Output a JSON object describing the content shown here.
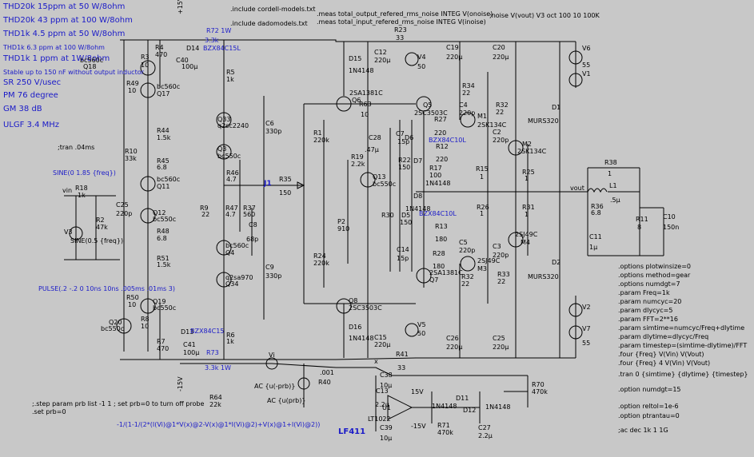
{
  "specs": [
    "THD20k 15ppm at 50 W/8ohm",
    "THD20k 43 ppm at 100 W/8ohm",
    "THD1k 4.5 ppm at 50 W/8ohm",
    "THD1k 6.3 ppm at 100 W/8ohm",
    "THD1k 1 ppm at 1W/8ohm",
    "Stable up to 150 nF without output inductor",
    "SR 250 V/usec",
    "PM  76 degree",
    "GM  38 dB",
    "ULGF 3.4 MHz"
  ],
  "directives_top": [
    ".include cordell-models.txt",
    ".include dadomodels.txt",
    ".meas total_output_refered_rms_noise INTEG V(onoise)",
    ".meas total_input_refered_rms_noise INTEG V(inoise)",
    ";noise V(vout) V3 oct 100 10 100K"
  ],
  "misc": {
    "tran": ";tran .04ms",
    "sine1": "SINE(0 1.85 {freq})",
    "sine2": "SINE(0.5 {freq})",
    "pulse": "PULSE(.2 -.2 0 10ns 10ns .005ms .01ms 3)",
    "step": ";.step param prb list -1 1 ; set prb=0 to turn off probe",
    "set": ".set prb=0",
    "formula": "-1/(1-1/(2*(I(Vi)@1*V(x)@2-V(x)@1*I(Vi)@2)+V(x)@1+I(Vi)@2))",
    "ac1": "AC {u(-prb)}",
    "ac2": "AC {u(prb)}",
    "lf411": "LF411",
    "plus15v_top": "+15V",
    "minus15v_bot": "-15V",
    "plus15v_op": "15V",
    "minus15v_op": "-15V",
    "vin": "vin",
    "vout": "vout",
    "j1": "J1",
    "vi": "Vi",
    "x": "x"
  },
  "options": [
    ".options plotwinsize=0",
    ".options method=gear",
    ".options numdgt=7",
    ".param Freq=1k",
    ".param numcyc=20",
    ".param dlycyc=5",
    ".param FFT=2**16",
    ".param simtime=numcyc/Freq+dlytime",
    ".param dlytime=dlycyc/Freq",
    ".param timestep=(simtime-dlytime)/FFT",
    ".four {Freq} V(Vin) V(Vout)",
    ".four {Freq} 4 V(Vin) V(Vout)",
    ".tran 0 {simtime} {dlytime} {timestep}",
    ".option numdgt=15",
    ".option reltol=1e-6",
    ".option ptrantau=0",
    ";ac dec 1k 1 1G"
  ],
  "labels": [
    {
      "id": "R72",
      "text": "R72 1W"
    },
    {
      "id": "R72v",
      "text": "3.3k"
    },
    {
      "id": "D14",
      "text": "D14"
    },
    {
      "id": "bzx1",
      "text": "BZX84C15L"
    },
    {
      "id": "C40",
      "text": "C40"
    },
    {
      "id": "C40v",
      "text": "100µ"
    },
    {
      "id": "R4",
      "text": "R4"
    },
    {
      "id": "R4v",
      "text": "470"
    },
    {
      "id": "R3",
      "text": "R3"
    },
    {
      "id": "R3v",
      "text": "10"
    },
    {
      "id": "Q18a",
      "text": "bc560c"
    },
    {
      "id": "Q18",
      "text": "Q18"
    },
    {
      "id": "R49",
      "text": "R49"
    },
    {
      "id": "R49v",
      "text": "10"
    },
    {
      "id": "Q17a",
      "text": "bc560c"
    },
    {
      "id": "Q17",
      "text": "Q17"
    },
    {
      "id": "R5",
      "text": "R5"
    },
    {
      "id": "R5v",
      "text": "1k"
    },
    {
      "id": "Q33",
      "text": "Q33"
    },
    {
      "id": "Q33v",
      "text": "q2sc2240"
    },
    {
      "id": "Q3",
      "text": "Q3"
    },
    {
      "id": "Q3v",
      "text": "bc550c"
    },
    {
      "id": "R44",
      "text": "R44"
    },
    {
      "id": "R44v",
      "text": "1.5k"
    },
    {
      "id": "R10",
      "text": "R10"
    },
    {
      "id": "R10v",
      "text": "33k"
    },
    {
      "id": "R45",
      "text": "R45"
    },
    {
      "id": "R45v",
      "text": "6.8"
    },
    {
      "id": "Q11a",
      "text": "bc560c"
    },
    {
      "id": "Q11",
      "text": "Q11"
    },
    {
      "id": "R46",
      "text": "R46"
    },
    {
      "id": "R46v",
      "text": "4.7"
    },
    {
      "id": "R18",
      "text": "R18"
    },
    {
      "id": "R18v",
      "text": "1k"
    },
    {
      "id": "C25",
      "text": "C25"
    },
    {
      "id": "C25v",
      "text": "220p"
    },
    {
      "id": "R2",
      "text": "R2"
    },
    {
      "id": "R2v",
      "text": "47k"
    },
    {
      "id": "V3",
      "text": "V3"
    },
    {
      "id": "Q12",
      "text": "Q12"
    },
    {
      "id": "Q12v",
      "text": "bc550c"
    },
    {
      "id": "R9",
      "text": "R9"
    },
    {
      "id": "R9v",
      "text": "22"
    },
    {
      "id": "R47",
      "text": "R47"
    },
    {
      "id": "R47v",
      "text": "4.7"
    },
    {
      "id": "R37",
      "text": "R37"
    },
    {
      "id": "R37v",
      "text": "560"
    },
    {
      "id": "R48",
      "text": "R48"
    },
    {
      "id": "R48v",
      "text": "6.8"
    },
    {
      "id": "C8",
      "text": "C8"
    },
    {
      "id": "C8v",
      "text": "68p"
    },
    {
      "id": "Q4a",
      "text": "bc560c"
    },
    {
      "id": "Q4",
      "text": "Q4"
    },
    {
      "id": "R51",
      "text": "R51"
    },
    {
      "id": "R51v",
      "text": "1.5k"
    },
    {
      "id": "Q34a",
      "text": "q2sa970"
    },
    {
      "id": "Q34",
      "text": "Q34"
    },
    {
      "id": "Q19",
      "text": "Q19"
    },
    {
      "id": "Q19v",
      "text": "bc550c"
    },
    {
      "id": "R50",
      "text": "R50"
    },
    {
      "id": "R50v",
      "text": "10"
    },
    {
      "id": "Q20",
      "text": "Q20"
    },
    {
      "id": "Q20v",
      "text": "bc550c"
    },
    {
      "id": "R8",
      "text": "R8"
    },
    {
      "id": "R8v",
      "text": "10"
    },
    {
      "id": "R7",
      "text": "R7"
    },
    {
      "id": "R7v",
      "text": "470"
    },
    {
      "id": "D13",
      "text": "D13"
    },
    {
      "id": "bzx2",
      "text": "BZX84C15"
    },
    {
      "id": "C41",
      "text": "C41"
    },
    {
      "id": "C41v",
      "text": "100µ"
    },
    {
      "id": "R6",
      "text": "R6"
    },
    {
      "id": "R6v",
      "text": "1k"
    },
    {
      "id": "R73",
      "text": "R73"
    },
    {
      "id": "R73v",
      "text": "3.3k 1W"
    },
    {
      "id": "R64",
      "text": "R64"
    },
    {
      "id": "R64v",
      "text": "22k"
    },
    {
      "id": "C6",
      "text": "C6"
    },
    {
      "id": "C6v",
      "text": "330p"
    },
    {
      "id": "C9",
      "text": "C9"
    },
    {
      "id": "C9v",
      "text": "330p"
    },
    {
      "id": "R35",
      "text": "R35"
    },
    {
      "id": "R35v",
      "text": "150"
    },
    {
      "id": "R1",
      "text": "R1"
    },
    {
      "id": "R1v",
      "text": "220k"
    },
    {
      "id": "R24",
      "text": "R24"
    },
    {
      "id": "R24v",
      "text": "220k"
    },
    {
      "id": "P2",
      "text": "P2"
    },
    {
      "id": "P2v",
      "text": "910"
    },
    {
      "id": "D15",
      "text": "D15"
    },
    {
      "id": "D15v",
      "text": "1N4148"
    },
    {
      "id": "C12",
      "text": "C12"
    },
    {
      "id": "C12v",
      "text": "220µ"
    },
    {
      "id": "Q6a",
      "text": "2SA1381C"
    },
    {
      "id": "Q6",
      "text": "Q6"
    },
    {
      "id": "R63",
      "text": "R63"
    },
    {
      "id": "R63v",
      "text": "10"
    },
    {
      "id": "R19",
      "text": "R19"
    },
    {
      "id": "R19v",
      "text": "2.2k"
    },
    {
      "id": "Q13",
      "text": "Q13"
    },
    {
      "id": "Q13v",
      "text": "bc550c"
    },
    {
      "id": "C28",
      "text": "C28"
    },
    {
      "id": "C28v",
      "text": ".47µ"
    },
    {
      "id": "C7",
      "text": "C7"
    },
    {
      "id": "C7v",
      "text": "15p"
    },
    {
      "id": "D6",
      "text": "D6"
    },
    {
      "id": "R22",
      "text": "R22"
    },
    {
      "id": "R22v",
      "text": "150"
    },
    {
      "id": "R17",
      "text": "R17"
    },
    {
      "id": "R17v",
      "text": "100"
    },
    {
      "id": "D7",
      "text": "D7"
    },
    {
      "id": "D7v",
      "text": "1N4148"
    },
    {
      "id": "D8",
      "text": "D8"
    },
    {
      "id": "D8v",
      "text": "1N4148"
    },
    {
      "id": "R30",
      "text": "R30"
    },
    {
      "id": "D5",
      "text": "D5"
    },
    {
      "id": "D5v",
      "text": "150"
    },
    {
      "id": "C14",
      "text": "C14"
    },
    {
      "id": "C14v",
      "text": "15p"
    },
    {
      "id": "Q8",
      "text": "Q8"
    },
    {
      "id": "Q8v",
      "text": "2SC3503C"
    },
    {
      "id": "D16",
      "text": "D16"
    },
    {
      "id": "D16v",
      "text": "1N4148"
    },
    {
      "id": "C15",
      "text": "C15"
    },
    {
      "id": "C15v",
      "text": "220µ"
    },
    {
      "id": "R23",
      "text": "R23"
    },
    {
      "id": "R23v",
      "text": "33"
    },
    {
      "id": "V4",
      "text": "V4"
    },
    {
      "id": "V4v",
      "text": "50"
    },
    {
      "id": "C19",
      "text": "C19"
    },
    {
      "id": "C19v",
      "text": "220µ"
    },
    {
      "id": "C20",
      "text": "C20"
    },
    {
      "id": "C20v",
      "text": "220µ"
    },
    {
      "id": "V6",
      "text": "V6"
    },
    {
      "id": "V6v",
      "text": "55"
    },
    {
      "id": "V1",
      "text": "V1"
    },
    {
      "id": "Q5",
      "text": "Q5"
    },
    {
      "id": "Q5v",
      "text": "2SC3503C"
    },
    {
      "id": "R34",
      "text": "R34"
    },
    {
      "id": "R34v",
      "text": "22"
    },
    {
      "id": "C4",
      "text": "C4"
    },
    {
      "id": "C4v",
      "text": "220p"
    },
    {
      "id": "M1",
      "text": "M1"
    },
    {
      "id": "M1v",
      "text": "2SK134C"
    },
    {
      "id": "R32",
      "text": "R32"
    },
    {
      "id": "R32v",
      "text": "22"
    },
    {
      "id": "C2",
      "text": "C2"
    },
    {
      "id": "C2v",
      "text": "220p"
    },
    {
      "id": "R27",
      "text": "R27"
    },
    {
      "id": "R27v",
      "text": "220"
    },
    {
      "id": "bzx3",
      "text": "BZX84C10L"
    },
    {
      "id": "R12",
      "text": "R12"
    },
    {
      "id": "R12v",
      "text": "220"
    },
    {
      "id": "M2",
      "text": "M2"
    },
    {
      "id": "M2v",
      "text": "2SK134C"
    },
    {
      "id": "R15",
      "text": "R15"
    },
    {
      "id": "R15v",
      "text": "1"
    },
    {
      "id": "R25",
      "text": "R25"
    },
    {
      "id": "R25v",
      "text": "1"
    },
    {
      "id": "bzx4",
      "text": "BZX84C10L"
    },
    {
      "id": "R26",
      "text": "R26"
    },
    {
      "id": "R26v",
      "text": "1"
    },
    {
      "id": "R31",
      "text": "R31"
    },
    {
      "id": "R31v",
      "text": "1"
    },
    {
      "id": "R13",
      "text": "R13"
    },
    {
      "id": "R13v",
      "text": "180"
    },
    {
      "id": "C5",
      "text": "C5"
    },
    {
      "id": "C5v",
      "text": "220p"
    },
    {
      "id": "C3",
      "text": "C3"
    },
    {
      "id": "C3v",
      "text": "220p"
    },
    {
      "id": "M4",
      "text": "M4"
    },
    {
      "id": "M4v",
      "text": "2SJ49C"
    },
    {
      "id": "R28",
      "text": "R28"
    },
    {
      "id": "R28v",
      "text": "180"
    },
    {
      "id": "M3",
      "text": "M3"
    },
    {
      "id": "M3v",
      "text": "2SJ49C"
    },
    {
      "id": "Q7",
      "text": "Q7"
    },
    {
      "id": "Q7v",
      "text": "2SA1381C"
    },
    {
      "id": "R32b",
      "text": "R32"
    },
    {
      "id": "R32bv",
      "text": "22"
    },
    {
      "id": "R33",
      "text": "R33"
    },
    {
      "id": "R33v",
      "text": "22"
    },
    {
      "id": "C26",
      "text": "C26"
    },
    {
      "id": "C26v",
      "text": "220µ"
    },
    {
      "id": "C25b",
      "text": "C25"
    },
    {
      "id": "C25bv",
      "text": "220µ"
    },
    {
      "id": "V5",
      "text": "V5"
    },
    {
      "id": "V5v",
      "text": "50"
    },
    {
      "id": "V2",
      "text": "V2"
    },
    {
      "id": "V7",
      "text": "V7"
    },
    {
      "id": "V7v",
      "text": "55"
    },
    {
      "id": "R41",
      "text": "R41"
    },
    {
      "id": "R41v",
      "text": "33"
    },
    {
      "id": "D1",
      "text": "D1"
    },
    {
      "id": "D1v",
      "text": "MURS320"
    },
    {
      "id": "D2",
      "text": "D2"
    },
    {
      "id": "D2v",
      "text": "MURS320"
    },
    {
      "id": "R38",
      "text": "R38"
    },
    {
      "id": "R38v",
      "text": "1"
    },
    {
      "id": "L1",
      "text": "L1"
    },
    {
      "id": "L1v",
      "text": ".5µ"
    },
    {
      "id": "R36",
      "text": "R36"
    },
    {
      "id": "R36v",
      "text": "6.8"
    },
    {
      "id": "R11",
      "text": "R11"
    },
    {
      "id": "R11v",
      "text": "8"
    },
    {
      "id": "C10",
      "text": "C10"
    },
    {
      "id": "C10v",
      "text": "150n"
    },
    {
      "id": "C11",
      "text": "C11"
    },
    {
      "id": "C11v",
      "text": "1µ"
    },
    {
      "id": "R40",
      "text": "R40"
    },
    {
      "id": "R40v",
      "text": ".001"
    },
    {
      "id": "C38",
      "text": "C38"
    },
    {
      "id": "C38v",
      "text": "10µ"
    },
    {
      "id": "C13",
      "text": "C13"
    },
    {
      "id": "C13v",
      "text": "2.2µ"
    },
    {
      "id": "U1",
      "text": "U1"
    },
    {
      "id": "U1v",
      "text": "LT1022"
    },
    {
      "id": "C39",
      "text": "C39"
    },
    {
      "id": "C39v",
      "text": "10µ"
    },
    {
      "id": "R71",
      "text": "R71"
    },
    {
      "id": "R71v",
      "text": "470k"
    },
    {
      "id": "D11",
      "text": "D11"
    },
    {
      "id": "D11v",
      "text": "1N4148"
    },
    {
      "id": "D12",
      "text": "D12"
    },
    {
      "id": "D12v",
      "text": "1N4148"
    },
    {
      "id": "C27",
      "text": "C27"
    },
    {
      "id": "C27v",
      "text": "2.2µ"
    },
    {
      "id": "R70",
      "text": "R70"
    },
    {
      "id": "R70v",
      "text": "470k"
    }
  ]
}
